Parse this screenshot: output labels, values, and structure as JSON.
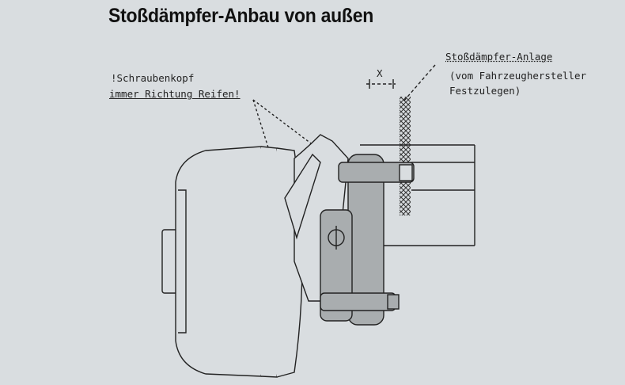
{
  "title": "Stoßdämpfer-Anbau von außen",
  "labels": {
    "screw_note_line1": "!Schraubenkopf",
    "screw_note_line2": "immer Richtung Reifen!",
    "damper_line1": "Stoßdämpfer-Anlage",
    "damper_line2": "(vom Fahrzeughersteller",
    "damper_line3": "Festzulegen)",
    "dimension": "X"
  },
  "colors": {
    "background": "#d9dde0",
    "part_fill": "#a9adaf",
    "line": "#222222"
  }
}
